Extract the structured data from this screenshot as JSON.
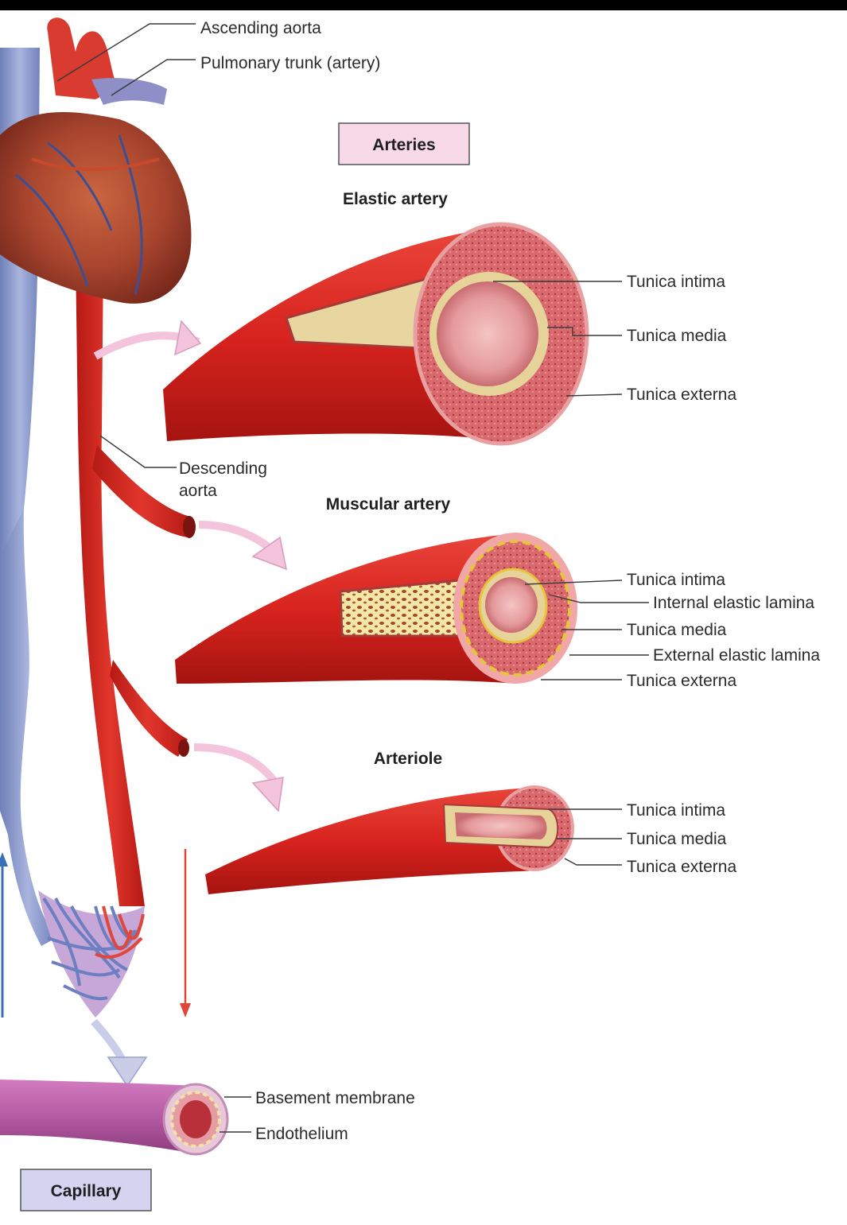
{
  "header": {
    "box_label": "Arteries"
  },
  "heart": {
    "ascending_aorta": "Ascending aorta",
    "pulmonary_trunk": "Pulmonary trunk (artery)",
    "descending_aorta_line1": "Descending",
    "descending_aorta_line2": "aorta"
  },
  "elastic_artery": {
    "title": "Elastic artery",
    "labels": [
      "Tunica intima",
      "Tunica media",
      "Tunica externa"
    ]
  },
  "muscular_artery": {
    "title": "Muscular artery",
    "labels": [
      "Tunica intima",
      "Internal elastic lamina",
      "Tunica media",
      "External elastic lamina",
      "Tunica externa"
    ]
  },
  "arteriole": {
    "title": "Arteriole",
    "labels": [
      "Tunica intima",
      "Tunica media",
      "Tunica externa"
    ]
  },
  "capillary": {
    "box_label": "Capillary",
    "labels": [
      "Basement membrane",
      "Endothelium"
    ]
  },
  "colors": {
    "artery_red": "#d8231e",
    "vein_blue": "#8f9fd0",
    "title_box_pink": "#f7d9e8",
    "title_box_lavender": "#d4d4f0",
    "arrow_pink": "#f3c4dc",
    "capillary_purple": "#b85aa5",
    "elastic_tan": "#e6d39a"
  }
}
